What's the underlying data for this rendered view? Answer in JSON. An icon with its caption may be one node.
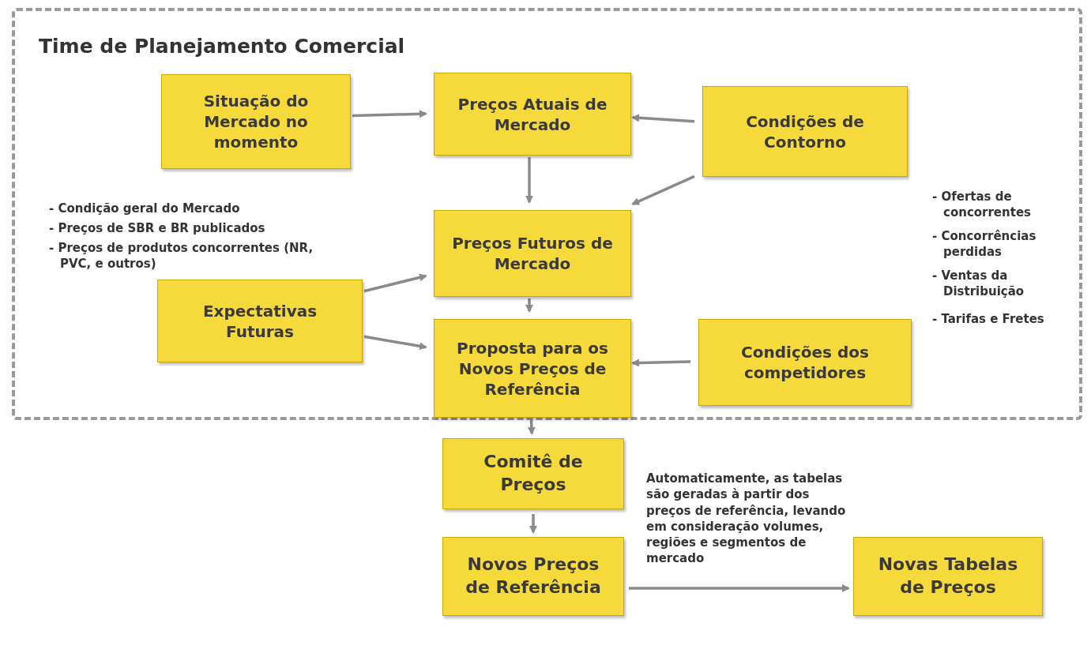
{
  "diagram": {
    "nodes": [
      {
        "text": [
          "Time de Planejamento Comercial"
        ]
      },
      {
        "text": [
          "Situação do Mercado no momento"
        ],
        "in": 0
      },
      {
        "text": [
          "Preços Atuais de Mercado"
        ],
        "in": 0
      },
      {
        "text": [
          "Condições de Contorno"
        ],
        "in": 0
      },
      {
        "text": [
          "Preços Futuros de Mercado"
        ],
        "in": 0
      },
      {
        "text": [
          "Expectativas Futuras"
        ],
        "in": 0
      },
      {
        "text": [
          "Proposta para os Novos Preços de Referência"
        ],
        "in": 0
      },
      {
        "text": [
          "Condições dos competidores"
        ],
        "in": 0
      },
      {
        "text": [
          "Comitê de Preços"
        ]
      },
      {
        "text": [
          "Novos Preços de Referência"
        ]
      },
      {
        "text": [
          "Novas Tabelas de Preços"
        ]
      }
    ],
    "edges": [
      {
        "from": 1,
        "to": 2,
        "arrow": "to"
      },
      {
        "from": 3,
        "to": 2,
        "arrow": "to"
      },
      {
        "from": 2,
        "to": 4,
        "arrow": "to"
      },
      {
        "from": 3,
        "to": 4,
        "arrow": "to"
      },
      {
        "from": 5,
        "to": 4,
        "arrow": "to"
      },
      {
        "from": 4,
        "to": 6,
        "arrow": "to"
      },
      {
        "from": 5,
        "to": 6,
        "arrow": "to"
      },
      {
        "from": 7,
        "to": 6,
        "arrow": "to"
      },
      {
        "from": 6,
        "to": 8,
        "arrow": "to"
      },
      {
        "from": 8,
        "to": 9,
        "arrow": "to"
      },
      {
        "from": 9,
        "to": 10,
        "arrow": "to",
        "label": "Automaticamente, as tabelas são geradas à partir dos preços de referência, levando em consideração volumes, regiões e segmentos de mercado"
      }
    ],
    "labels": [
      "- Condição geral do Mercado",
      "- Preços de SBR e BR publicados",
      "- Preços de produtos concorrentes (NR, PVC, e outros)",
      "- Ofertas de concorrentes",
      "- Concorrências perdidas",
      "- Ventas da Distribuição",
      "- Tarifas e Fretes"
    ]
  }
}
